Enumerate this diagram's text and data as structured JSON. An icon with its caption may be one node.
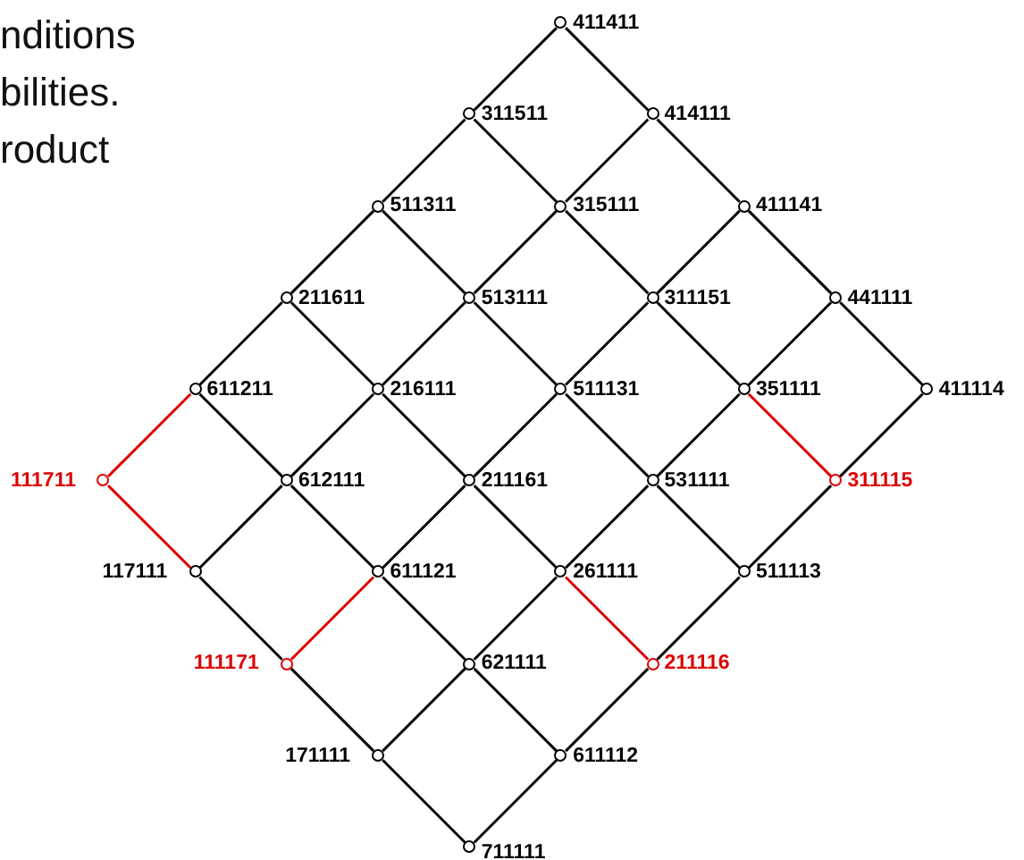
{
  "diagram": {
    "nodes": [
      {
        "text": [
          "411411"
        ]
      },
      {
        "text": [
          "311511"
        ]
      },
      {
        "text": [
          "414111"
        ]
      },
      {
        "text": [
          "511311"
        ]
      },
      {
        "text": [
          "315111"
        ]
      },
      {
        "text": [
          "411141"
        ]
      },
      {
        "text": [
          "211611"
        ]
      },
      {
        "text": [
          "513111"
        ]
      },
      {
        "text": [
          "311151"
        ]
      },
      {
        "text": [
          "441111"
        ]
      },
      {
        "text": [
          "611211"
        ]
      },
      {
        "text": [
          "216111"
        ]
      },
      {
        "text": [
          "511131"
        ]
      },
      {
        "text": [
          "351111"
        ]
      },
      {
        "text": [
          "411114"
        ]
      },
      {
        "text": [
          "111711"
        ]
      },
      {
        "text": [
          "612111"
        ]
      },
      {
        "text": [
          "211161"
        ]
      },
      {
        "text": [
          "531111"
        ]
      },
      {
        "text": [
          "311115"
        ]
      },
      {
        "text": [
          "117111"
        ]
      },
      {
        "text": [
          "611121"
        ]
      },
      {
        "text": [
          "261111"
        ]
      },
      {
        "text": [
          "511113"
        ]
      },
      {
        "text": [
          "111171"
        ]
      },
      {
        "text": [
          "621111"
        ]
      },
      {
        "text": [
          "211116"
        ]
      },
      {
        "text": [
          "171111"
        ]
      },
      {
        "text": [
          "611112"
        ]
      },
      {
        "text": [
          "711111"
        ]
      }
    ],
    "edges": [
      {
        "from": 0,
        "to": 1,
        "arrow": "none"
      },
      {
        "from": 1,
        "to": 3,
        "arrow": "none"
      },
      {
        "from": 3,
        "to": 6,
        "arrow": "none"
      },
      {
        "from": 6,
        "to": 10,
        "arrow": "none"
      },
      {
        "from": 10,
        "to": 15,
        "arrow": "none",
        "color": "#dd0000"
      },
      {
        "from": 2,
        "to": 4,
        "arrow": "none"
      },
      {
        "from": 4,
        "to": 7,
        "arrow": "none"
      },
      {
        "from": 7,
        "to": 11,
        "arrow": "none"
      },
      {
        "from": 11,
        "to": 16,
        "arrow": "none"
      },
      {
        "from": 16,
        "to": 20,
        "arrow": "none"
      },
      {
        "from": 5,
        "to": 8,
        "arrow": "none"
      },
      {
        "from": 8,
        "to": 12,
        "arrow": "none"
      },
      {
        "from": 12,
        "to": 17,
        "arrow": "none"
      },
      {
        "from": 17,
        "to": 21,
        "arrow": "none"
      },
      {
        "from": 21,
        "to": 24,
        "arrow": "none",
        "color": "#dd0000"
      },
      {
        "from": 9,
        "to": 13,
        "arrow": "none"
      },
      {
        "from": 13,
        "to": 18,
        "arrow": "none"
      },
      {
        "from": 18,
        "to": 22,
        "arrow": "none"
      },
      {
        "from": 22,
        "to": 25,
        "arrow": "none"
      },
      {
        "from": 25,
        "to": 27,
        "arrow": "none"
      },
      {
        "from": 14,
        "to": 19,
        "arrow": "none"
      },
      {
        "from": 19,
        "to": 23,
        "arrow": "none"
      },
      {
        "from": 23,
        "to": 26,
        "arrow": "none"
      },
      {
        "from": 26,
        "to": 28,
        "arrow": "none"
      },
      {
        "from": 28,
        "to": 29,
        "arrow": "none"
      },
      {
        "from": 0,
        "to": 2,
        "arrow": "none"
      },
      {
        "from": 2,
        "to": 5,
        "arrow": "none"
      },
      {
        "from": 5,
        "to": 9,
        "arrow": "none"
      },
      {
        "from": 9,
        "to": 14,
        "arrow": "none"
      },
      {
        "from": 1,
        "to": 4,
        "arrow": "none"
      },
      {
        "from": 4,
        "to": 8,
        "arrow": "none"
      },
      {
        "from": 8,
        "to": 13,
        "arrow": "none"
      },
      {
        "from": 13,
        "to": 19,
        "arrow": "none",
        "color": "#dd0000"
      },
      {
        "from": 3,
        "to": 7,
        "arrow": "none"
      },
      {
        "from": 7,
        "to": 12,
        "arrow": "none"
      },
      {
        "from": 12,
        "to": 18,
        "arrow": "none"
      },
      {
        "from": 18,
        "to": 23,
        "arrow": "none"
      },
      {
        "from": 6,
        "to": 11,
        "arrow": "none"
      },
      {
        "from": 11,
        "to": 17,
        "arrow": "none"
      },
      {
        "from": 17,
        "to": 22,
        "arrow": "none"
      },
      {
        "from": 22,
        "to": 26,
        "arrow": "none",
        "color": "#dd0000"
      },
      {
        "from": 10,
        "to": 16,
        "arrow": "none"
      },
      {
        "from": 16,
        "to": 21,
        "arrow": "none"
      },
      {
        "from": 21,
        "to": 25,
        "arrow": "none"
      },
      {
        "from": 25,
        "to": 28,
        "arrow": "none"
      },
      {
        "from": 20,
        "to": 15,
        "arrow": "none",
        "color": "#dd0000"
      },
      {
        "from": 20,
        "to": 24,
        "arrow": "none"
      },
      {
        "from": 24,
        "to": 27,
        "arrow": "none"
      },
      {
        "from": 27,
        "to": 29,
        "arrow": "none"
      }
    ],
    "labels": [
      "nditions bilities. roduct"
    ]
  }
}
